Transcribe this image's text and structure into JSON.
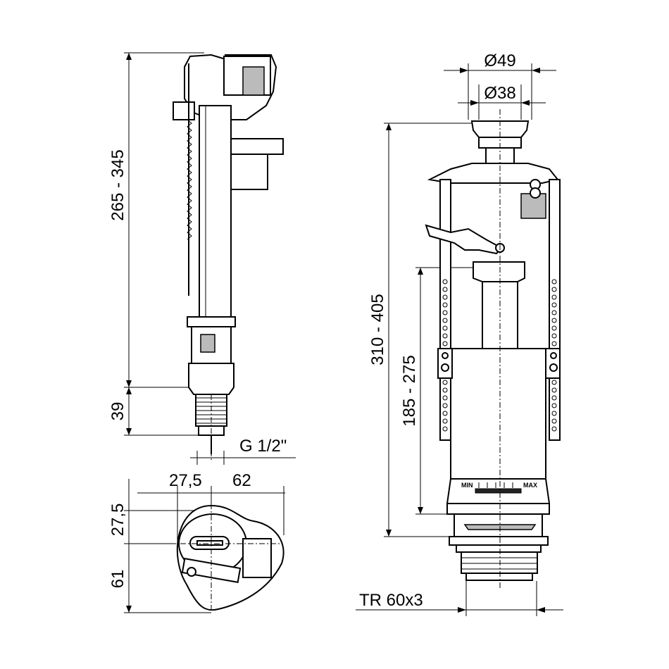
{
  "fill_valve": {
    "height_range": "265 - 345",
    "thread_height": "39",
    "thread": "G 1/2\"",
    "offset_x1": "27,5",
    "offset_x2": "62",
    "offset_y1": "27,5",
    "offset_y2": "61"
  },
  "flush_valve": {
    "button_outer_diameter": "Ø49",
    "button_inner_diameter": "Ø38",
    "height_range": "310 - 405",
    "overflow_range": "185 - 275",
    "thread": "TR 60x3",
    "min_label": "MIN",
    "max_label": "MAX"
  }
}
